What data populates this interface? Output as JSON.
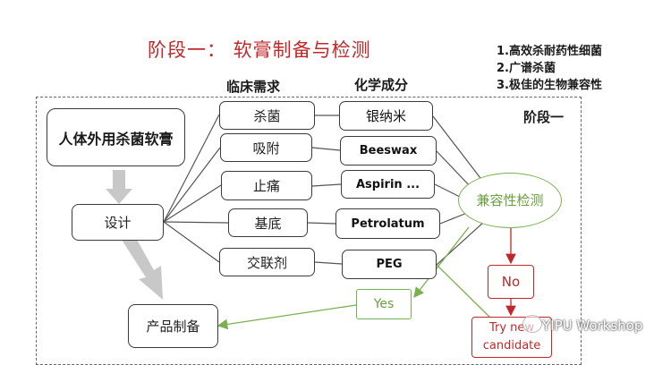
{
  "title": "阶段一： 软膏制备与检测",
  "goals": [
    "1.高效杀耐药性细菌",
    "2.广谱杀菌",
    "3.极佳的生物兼容性"
  ],
  "columns": {
    "clinical": "临床需求",
    "chemical": "化学成分"
  },
  "stage_label": "阶段一",
  "nodes": {
    "product": "人体外用杀菌软膏",
    "design": "设计",
    "manufacture": "产品制备",
    "test": "兼容性检测",
    "no": "No",
    "yes": "Yes",
    "retry": "Try new candidate"
  },
  "requirements": [
    "杀菌",
    "吸附",
    "止痛",
    "基底",
    "交联剂"
  ],
  "components": [
    "银纳米",
    "Beeswax",
    "Aspirin ...",
    "Petrolatum",
    "PEG"
  ],
  "watermark": "YIPU Workshop",
  "colors": {
    "title": "#c0282a",
    "accept": "#7ab04e",
    "reject": "#c0282a",
    "arrow_gray": "#c8c8c8"
  }
}
